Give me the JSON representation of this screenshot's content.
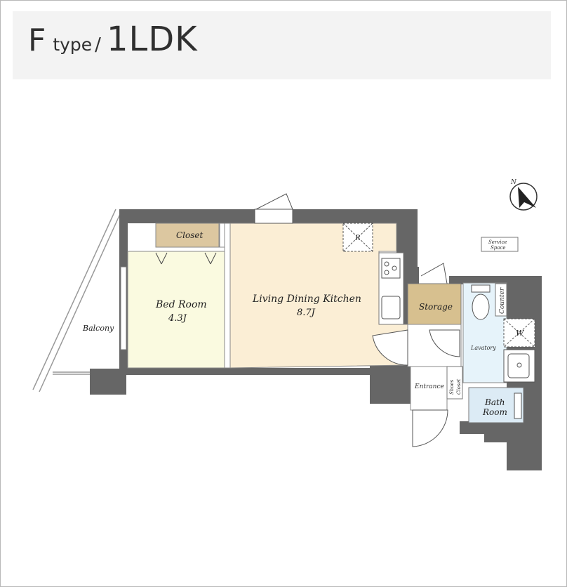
{
  "header": {
    "type_letter": "F",
    "type_word": "type",
    "slash": "/",
    "layout": "1LDK"
  },
  "rooms": {
    "balcony": "Balcony",
    "closet": "Closet",
    "bed_room": "Bed Room",
    "bed_room_size": "4.3J",
    "ldk": "Living Dining Kitchen",
    "ldk_size": "8.7J",
    "storage": "Storage",
    "lavatory": "Lavatory",
    "counter": "Counter",
    "washer": "W",
    "entrance": "Entrance",
    "shoes_closet_1": "Shoes",
    "shoes_closet_2": "Closet",
    "bath_1": "Bath",
    "bath_2": "Room",
    "fridge": "R",
    "service_1": "Service",
    "service_2": "Space",
    "north": "N"
  },
  "colors": {
    "wall": "#666666",
    "bedroom": "#fafae0",
    "ldk": "#fbeed5",
    "closet": "#dcc7a0",
    "storage": "#d7c08f",
    "lavatory": "#e6f3fa",
    "bath": "#dcebf5"
  }
}
